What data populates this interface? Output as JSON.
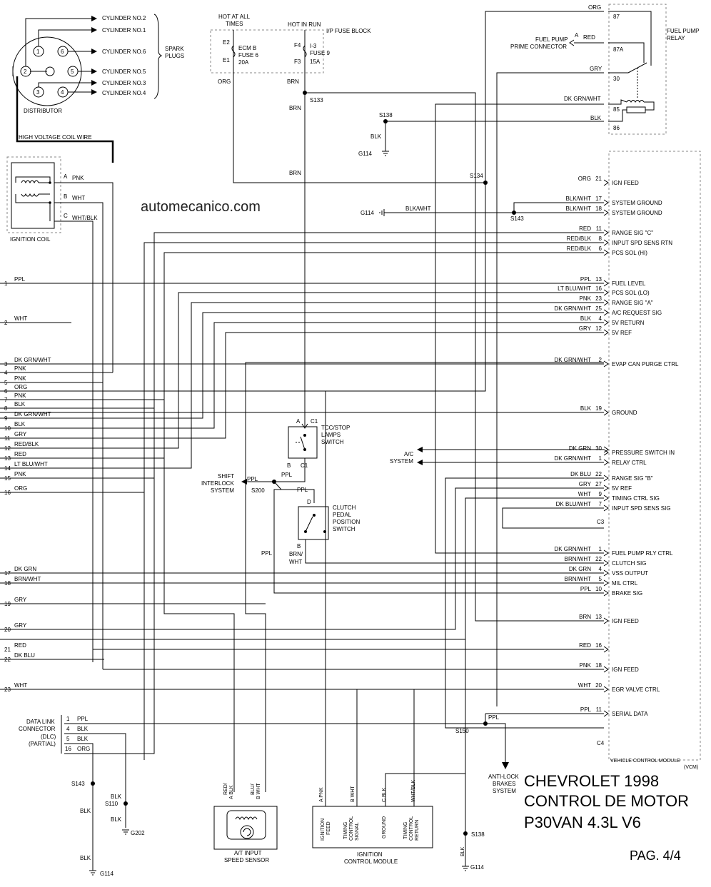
{
  "distributor": {
    "label": "DISTRIBUTOR",
    "cylinders": [
      "CYLINDER NO.2",
      "CYLINDER NO.1",
      "CYLINDER NO.6",
      "CYLINDER NO.5",
      "CYLINDER NO.3",
      "CYLINDER NO.4"
    ],
    "terminals": [
      "1",
      "6",
      "2",
      "5",
      "3",
      "4"
    ],
    "spark_plugs": [
      "SPARK",
      "PLUGS"
    ],
    "coil_wire": "HIGH VOLTAGE COIL WIRE"
  },
  "ignition_coil": {
    "label": "IGNITION COIL",
    "pins": [
      {
        "pin": "A",
        "wire": "PNK"
      },
      {
        "pin": "B",
        "wire": "WHT"
      },
      {
        "pin": "C",
        "wire": "WHT/BLK"
      }
    ]
  },
  "fuse_block": {
    "hot_all_times": [
      "HOT AT ALL",
      "TIMES"
    ],
    "hot_in_run": "HOT IN RUN",
    "title": "I/P FUSE BLOCK",
    "fuse6": {
      "top": "E2",
      "bottom": "E1",
      "l1": "ECM B",
      "l2": "FUSE 6",
      "l3": "20A"
    },
    "fuse9": {
      "top": "F4",
      "bottom": "F3",
      "l1": "I-3",
      "l2": "FUSE 9",
      "l3": "15A"
    },
    "org": "ORG",
    "brn": "BRN"
  },
  "splices": {
    "s133": "S133",
    "s138": "S138",
    "s134": "S134",
    "s143": "S143",
    "s200": "S200",
    "s150": "S150",
    "s110": "S110"
  },
  "grounds": {
    "g114": "G114",
    "g202": "G202"
  },
  "wires": {
    "brn": "BRN",
    "blk": "BLK",
    "blkwht": "BLK/WHT",
    "ppl": "PPL",
    "red": "RED",
    "org": "ORG",
    "gry": "GRY",
    "dkgrnwht": "DK GRN/WHT",
    "brnwht": "BRN/",
    "brnwht2": "WHT"
  },
  "relay": {
    "label": [
      "FUEL PUMP",
      "RELAY"
    ],
    "prime": [
      "FUEL PUMP",
      "PRIME CONNECTOR"
    ],
    "prime_pin": "A",
    "pins": [
      "87",
      "87A",
      "30",
      "85",
      "86"
    ]
  },
  "watermark": "automecanico.com",
  "left_pins": [
    {
      "n": "1",
      "wire": "PPL"
    },
    {
      "n": "2",
      "wire": "WHT"
    },
    {
      "n": "3",
      "wire": "DK GRN/WHT"
    },
    {
      "n": "4",
      "wire": "PNK"
    },
    {
      "n": "5",
      "wire": "PNK"
    },
    {
      "n": "6",
      "wire": "ORG"
    },
    {
      "n": "7",
      "wire": "PNK"
    },
    {
      "n": "8",
      "wire": "BLK"
    },
    {
      "n": "9",
      "wire": "DK GRN/WHT"
    },
    {
      "n": "10",
      "wire": "BLK"
    },
    {
      "n": "11",
      "wire": "GRY"
    },
    {
      "n": "12",
      "wire": "RED/BLK"
    },
    {
      "n": "13",
      "wire": "RED"
    },
    {
      "n": "14",
      "wire": "LT BLU/WHT"
    },
    {
      "n": "15",
      "wire": "PNK"
    },
    {
      "n": "16",
      "wire": "ORG"
    },
    {
      "n": "17",
      "wire": "DK GRN"
    },
    {
      "n": "18",
      "wire": "BRN/WHT"
    },
    {
      "n": "19",
      "wire": "GRY"
    },
    {
      "n": "20",
      "wire": "GRY"
    },
    {
      "n": "21",
      "wire": "RED"
    },
    {
      "n": "22",
      "wire": "DK BLU"
    },
    {
      "n": "23",
      "wire": "WHT"
    }
  ],
  "vcm": {
    "label": [
      "VEHICLE CONTROL MODULE",
      "(VCM)"
    ],
    "connectors": [
      "C3",
      "C4"
    ],
    "pins": [
      {
        "wire": "ORG",
        "pin": "21",
        "func": "IGN FEED"
      },
      {
        "wire": "BLK/WHT",
        "pin": "17",
        "func": "SYSTEM GROUND"
      },
      {
        "wire": "BLK/WHT",
        "pin": "18",
        "func": "SYSTEM GROUND"
      },
      {
        "wire": "RED",
        "pin": "11",
        "func": "RANGE SIG \"C\""
      },
      {
        "wire": "RED/BLK",
        "pin": "8",
        "func": "INPUT SPD SENS RTN"
      },
      {
        "wire": "RED/BLK",
        "pin": "6",
        "func": "PCS SOL (HI)"
      },
      {
        "wire": "PPL",
        "pin": "13",
        "func": "FUEL LEVEL"
      },
      {
        "wire": "LT BLU/WHT",
        "pin": "16",
        "func": "PCS SOL (LO)"
      },
      {
        "wire": "PNK",
        "pin": "23",
        "func": "RANGE SIG \"A\""
      },
      {
        "wire": "DK GRN/WHT",
        "pin": "25",
        "func": "A/C REQUEST SIG"
      },
      {
        "wire": "BLK",
        "pin": "4",
        "func": "5V RETURN"
      },
      {
        "wire": "GRY",
        "pin": "12",
        "func": "5V REF"
      },
      {
        "wire": "DK GRN/WHT",
        "pin": "2",
        "func": "EVAP CAN PURGE CTRL"
      },
      {
        "wire": "BLK",
        "pin": "19",
        "func": "GROUND"
      },
      {
        "wire": "DK GRN",
        "pin": "30",
        "func": "PRESSURE SWITCH IN"
      },
      {
        "wire": "DK GRN/WHT",
        "pin": "1",
        "func": "RELAY CTRL"
      },
      {
        "wire": "DK BLU",
        "pin": "22",
        "func": "RANGE SIG \"B\""
      },
      {
        "wire": "GRY",
        "pin": "27",
        "func": "5V REF"
      },
      {
        "wire": "WHT",
        "pin": "9",
        "func": "TIMING CTRL SIG"
      },
      {
        "wire": "DK BLU/WHT",
        "pin": "7",
        "func": "INPUT SPD SENS SIG"
      },
      {
        "wire": "DK GRN/WHT",
        "pin": "1",
        "func": "FUEL PUMP RLY CTRL"
      },
      {
        "wire": "BRN/WHT",
        "pin": "22",
        "func": "CLUTCH SIG"
      },
      {
        "wire": "DK GRN",
        "pin": "4",
        "func": "VSS OUTPUT"
      },
      {
        "wire": "BRN/WHT",
        "pin": "5",
        "func": "MIL CTRL"
      },
      {
        "wire": "PPL",
        "pin": "10",
        "func": "BRAKE SIG"
      },
      {
        "wire": "BRN",
        "pin": "13",
        "func": "IGN FEED"
      },
      {
        "wire": "RED",
        "pin": "16",
        "func": ""
      },
      {
        "wire": "PNK",
        "pin": "18",
        "func": "IGN FEED"
      },
      {
        "wire": "WHT",
        "pin": "20",
        "func": "EGR VALVE CTRL"
      },
      {
        "wire": "PPL",
        "pin": "11",
        "func": "SERIAL DATA"
      }
    ]
  },
  "tcc_switch": {
    "label": [
      "TCC/STOP",
      "LAMPS",
      "SWITCH"
    ],
    "a": "A",
    "b": "B",
    "c1": "C1"
  },
  "clutch_switch": {
    "label": [
      "CLUTCH",
      "PEDAL",
      "POSITION",
      "SWITCH"
    ],
    "d": "D",
    "b": "B"
  },
  "shift_interlock": [
    "SHIFT",
    "INTERLOCK",
    "SYSTEM"
  ],
  "ac_system": [
    "A/C",
    "SYSTEM"
  ],
  "dlc": {
    "label": [
      "DATA LINK",
      "CONNECTOR",
      "(DLC)",
      "(PARTIAL)"
    ],
    "pins": [
      {
        "n": "1",
        "wire": "PPL"
      },
      {
        "n": "4",
        "wire": "BLK"
      },
      {
        "n": "5",
        "wire": "BLK"
      },
      {
        "n": "16",
        "wire": "ORG"
      }
    ]
  },
  "abs": [
    "ANTI-LOCK",
    "BRAKES",
    "SYSTEM"
  ],
  "at_sensor": {
    "label": [
      "A/T INPUT",
      "SPEED SENSOR"
    ],
    "pin_a": [
      "RED/",
      "A BLK"
    ],
    "pin_b": [
      "BLU/",
      "B WHT"
    ]
  },
  "icm": {
    "label": [
      "IGNITION",
      "CONTROL MODULE"
    ],
    "pins": [
      "A PNK",
      "B WHT",
      "C BLK",
      "WHT/BLK"
    ],
    "funcs": [
      [
        "IGNITION",
        "FEED"
      ],
      [
        "TIMING",
        "CONTROL",
        "SIGNAL"
      ],
      [
        "GROUND"
      ],
      [
        "TIMING",
        "CONTROL",
        "RETURN"
      ]
    ]
  },
  "title": {
    "line1": "CHEVROLET 1998",
    "line2": "CONTROL DE MOTOR",
    "line3": "P30VAN 4.3L V6",
    "page": "PAG. 4/4"
  }
}
